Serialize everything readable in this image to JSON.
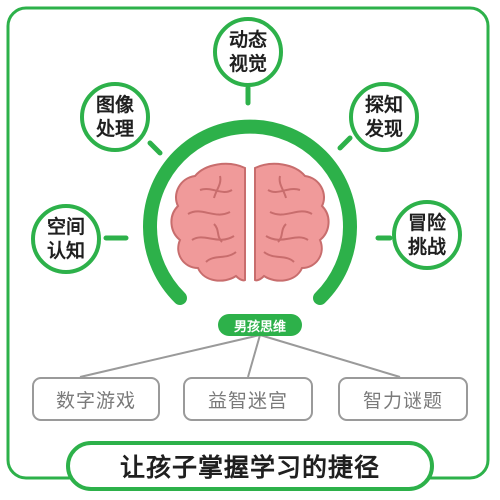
{
  "features": {
    "dynamic_vision": "动态视觉",
    "image_processing": "图像处理",
    "exploration": "探知发现",
    "spatial_cognition": "空间认知",
    "adventure": "冒险挑战"
  },
  "center_label": "男孩思维",
  "games": [
    "数字游戏",
    "益智迷宫",
    "智力谜题"
  ],
  "banner_text": "让孩子掌握学习的捷径",
  "colors": {
    "accent": "#2db14a",
    "brain_fill": "#f09a9a",
    "brain_stroke": "#c86d6d",
    "connector": "#9a9a9a"
  }
}
